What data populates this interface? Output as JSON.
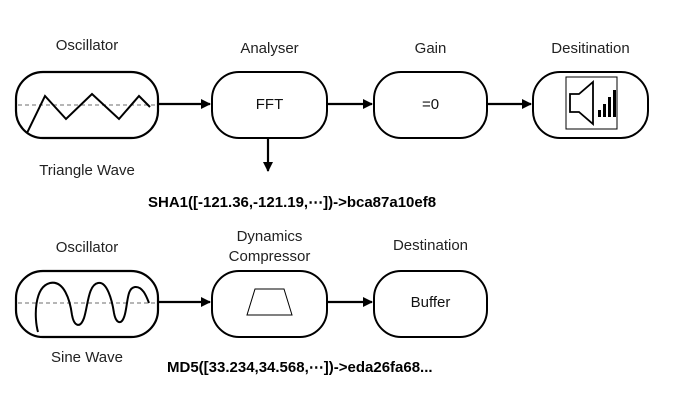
{
  "row1": {
    "oscillator": {
      "title": "Oscillator",
      "caption": "Triangle Wave"
    },
    "analyser": {
      "title": "Analyser",
      "content": "FFT"
    },
    "gain": {
      "title": "Gain",
      "content": "=0"
    },
    "destination": {
      "title": "Desitination",
      "icon": "speaker-volume-icon"
    },
    "hash_output": "SHA1([-121.36,-121.19,⋯])->bca87a10ef8"
  },
  "row2": {
    "oscillator": {
      "title": "Oscillator",
      "caption": "Sine Wave"
    },
    "compressor": {
      "title_line1": "Dynamics",
      "title_line2": "Compressor",
      "icon": "trapezoid-icon"
    },
    "destination": {
      "title": "Destination",
      "content": "Buffer"
    },
    "hash_output": "MD5([33.234,34.568,⋯])->eda26fa68..."
  },
  "colors": {
    "stroke": "#000000",
    "dashed_axis": "#8a8a8a",
    "text": "#222222"
  }
}
